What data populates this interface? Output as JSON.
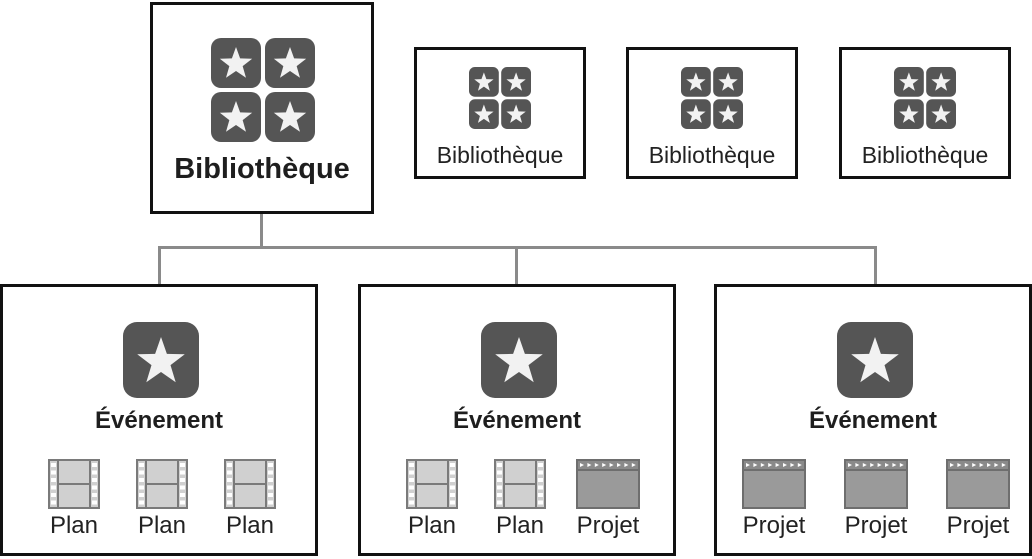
{
  "library": {
    "label": "Bibliothèque",
    "icon": "library-icon"
  },
  "other_libraries": [
    {
      "label": "Bibliothèque",
      "icon": "library-icon"
    },
    {
      "label": "Bibliothèque",
      "icon": "library-icon"
    },
    {
      "label": "Bibliothèque",
      "icon": "library-icon"
    }
  ],
  "events": [
    {
      "label": "Événement",
      "icon": "event-star-icon",
      "items": [
        {
          "label": "Plan",
          "icon": "filmstrip-icon"
        },
        {
          "label": "Plan",
          "icon": "filmstrip-icon"
        },
        {
          "label": "Plan",
          "icon": "filmstrip-icon"
        }
      ]
    },
    {
      "label": "Événement",
      "icon": "event-star-icon",
      "items": [
        {
          "label": "Plan",
          "icon": "filmstrip-icon"
        },
        {
          "label": "Plan",
          "icon": "filmstrip-icon"
        },
        {
          "label": "Projet",
          "icon": "clapperboard-icon"
        }
      ]
    },
    {
      "label": "Événement",
      "icon": "event-star-icon",
      "items": [
        {
          "label": "Projet",
          "icon": "clapperboard-icon"
        },
        {
          "label": "Projet",
          "icon": "clapperboard-icon"
        },
        {
          "label": "Projet",
          "icon": "clapperboard-icon"
        }
      ]
    }
  ],
  "colors": {
    "box_border": "#111111",
    "icon_fill": "#555555",
    "star_fill": "#f2f2f2",
    "connector": "#8a8a8a",
    "filmstrip_fill": "#d0d0d0",
    "clapper_fill": "#9a9a9a"
  }
}
